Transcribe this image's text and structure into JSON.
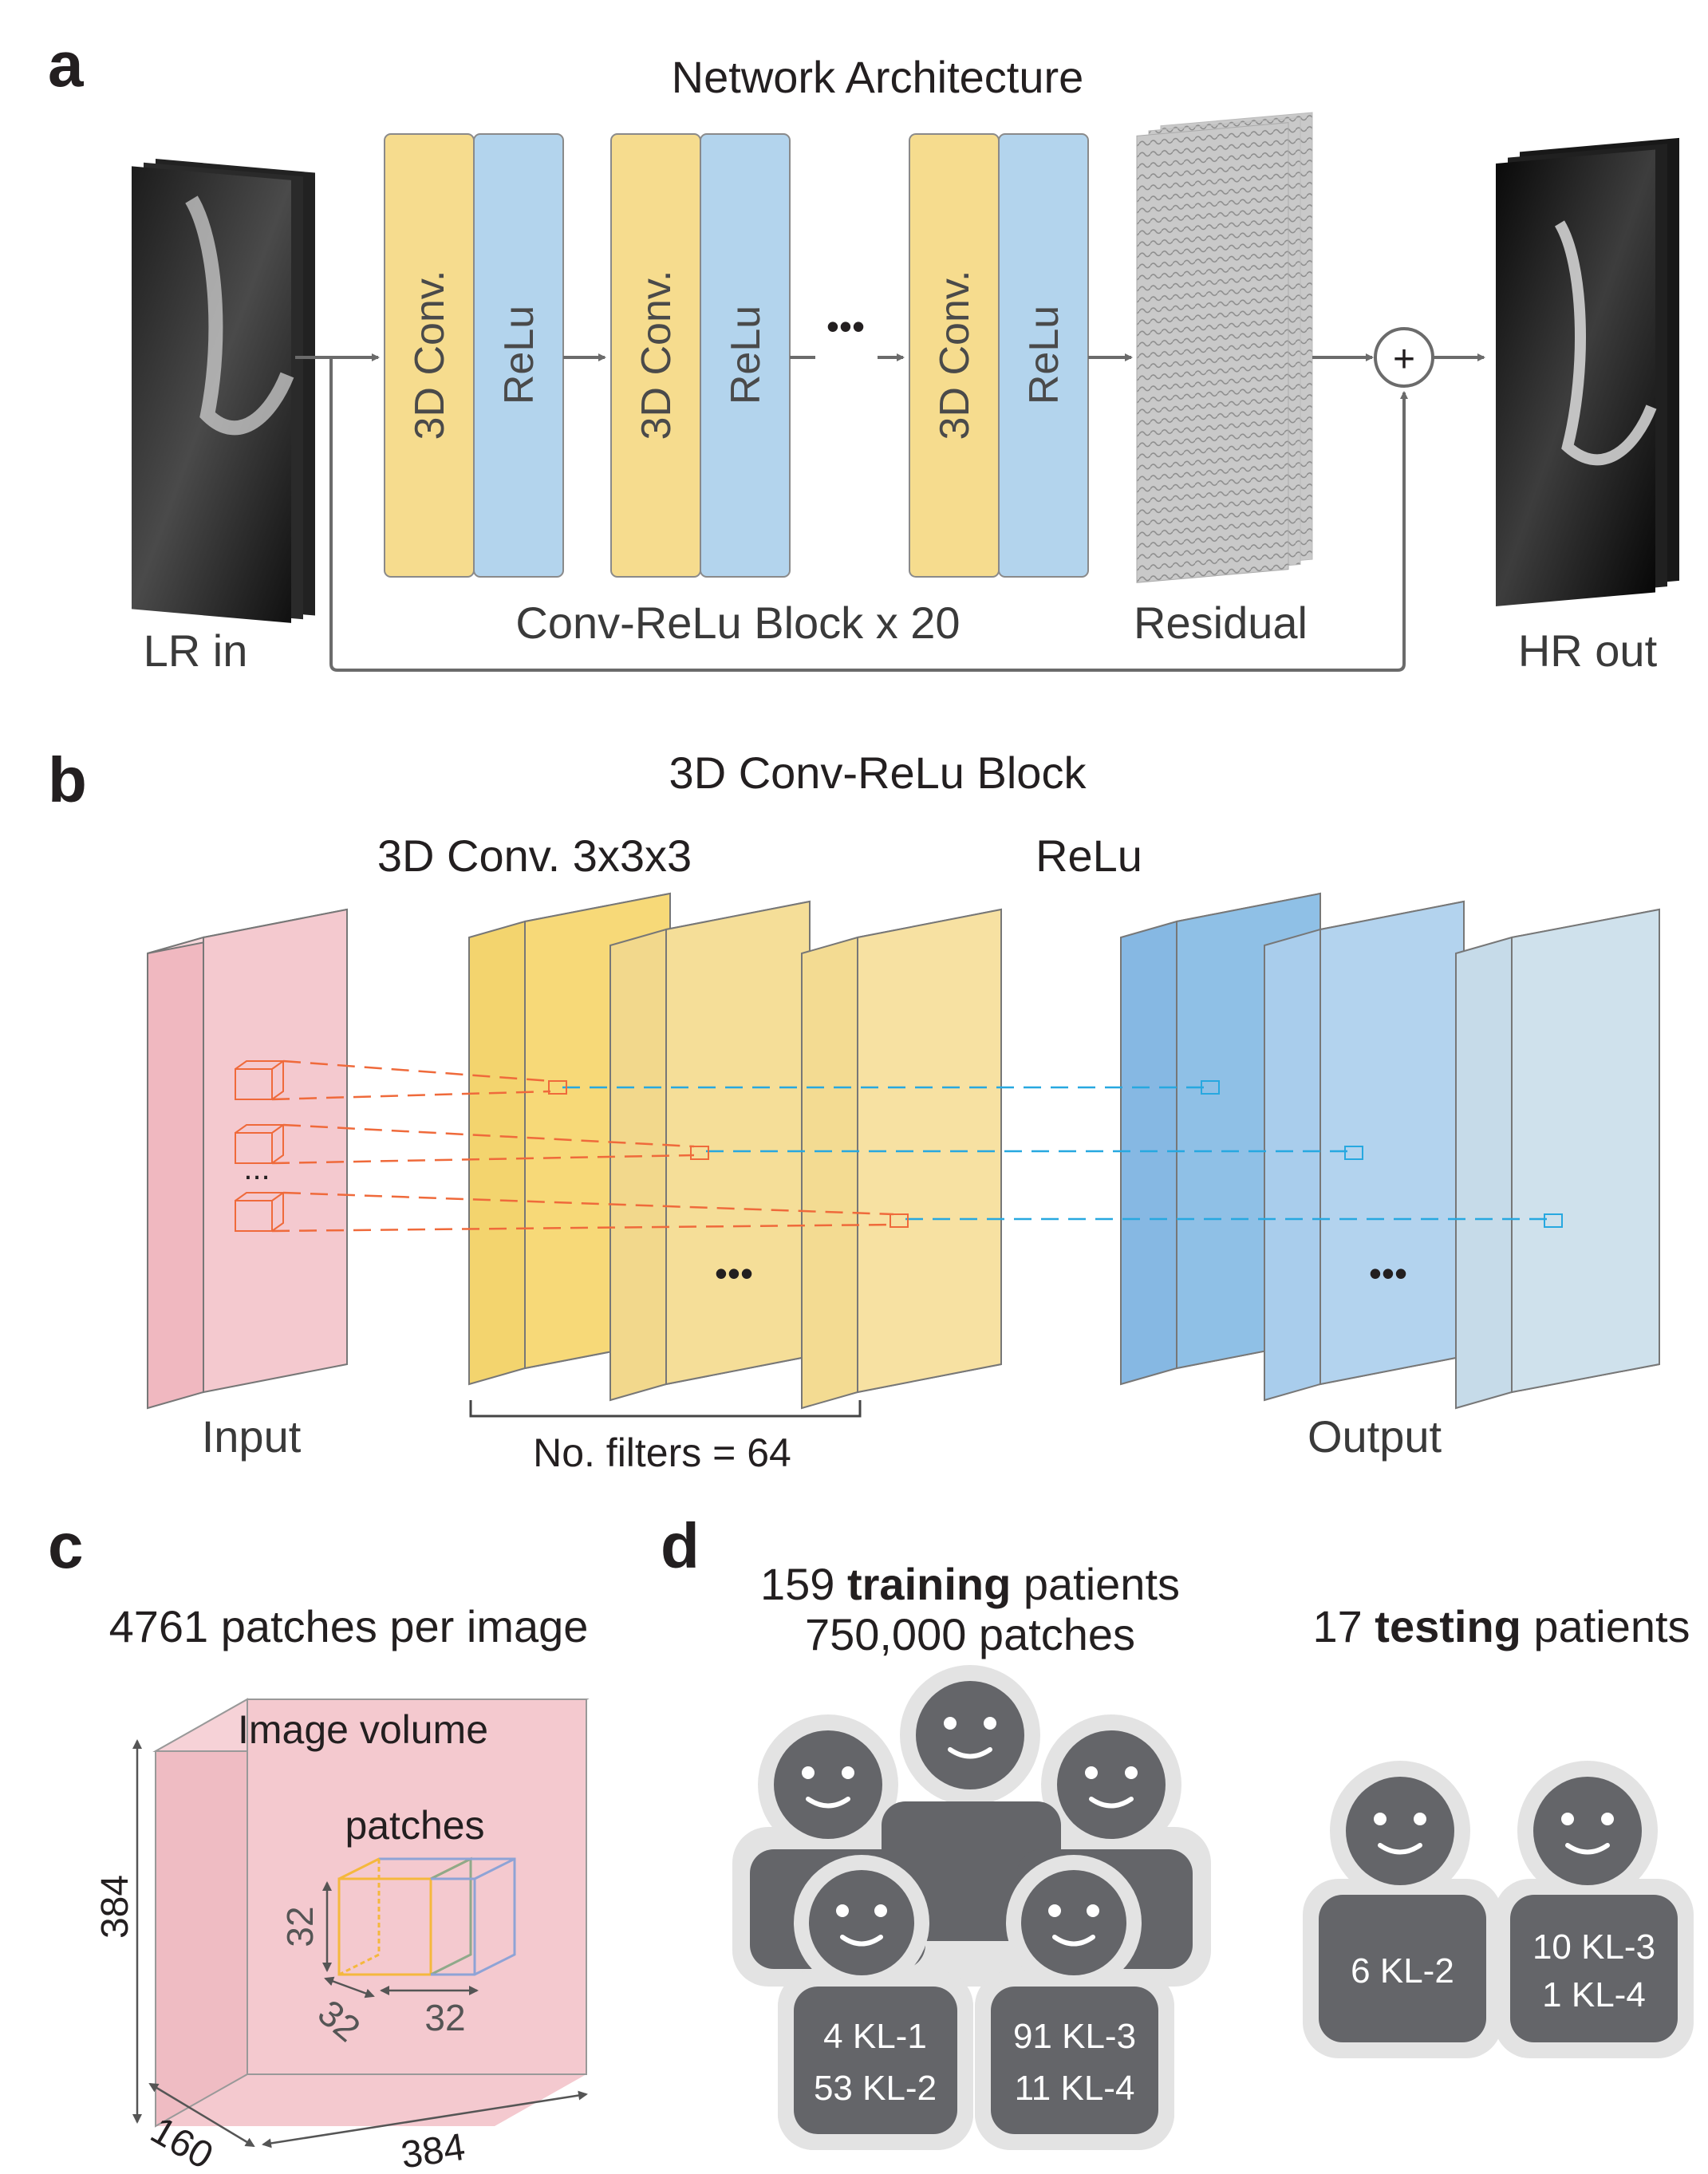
{
  "panels": {
    "a": "a",
    "b": "b",
    "c": "c",
    "d": "d"
  },
  "panel_a": {
    "title": "Network Architecture",
    "input_label": "LR in",
    "output_label": "HR out",
    "blocks": [
      {
        "conv": "3D Conv.",
        "relu": "ReLu"
      },
      {
        "conv": "3D Conv.",
        "relu": "ReLu"
      },
      {
        "conv": "3D Conv.",
        "relu": "ReLu"
      }
    ],
    "ellipsis": "•••",
    "blocks_label": "Conv-ReLu Block x 20",
    "residual_label": "Residual",
    "sum_symbol": "+",
    "colors": {
      "conv": "#f6dc8e",
      "relu": "#b3d4ed",
      "arrow": "#6b6b6b"
    }
  },
  "panel_b": {
    "title": "3D Conv-ReLu Block",
    "conv_label": "3D Conv. 3x3x3",
    "relu_label": "ReLu",
    "input_label": "Input",
    "output_label": "Output",
    "filters_label": "No. filters = 64",
    "input_dots": "...",
    "ellipsis": "•••",
    "colors": {
      "conv_text": "#ef6a3b",
      "relu_text": "#27a8e0",
      "input": "#f4c9cf",
      "conv": "#f5d57a",
      "relu": "#8fc0e6"
    }
  },
  "panel_c": {
    "title": "4761 patches per image",
    "volume_label": "Image volume",
    "patches_label": "patches",
    "dim_height": "384",
    "dim_depth": "160",
    "dim_width": "384",
    "patch_h": "32",
    "patch_d": "32",
    "patch_w": "32"
  },
  "panel_d": {
    "training_count": "159",
    "training_word": "training",
    "training_suffix": "patients",
    "training_patches": "750,000 patches",
    "testing_count": "17",
    "testing_word": "testing",
    "testing_suffix": "patients",
    "training_groups": [
      {
        "line1": "4 KL-1",
        "line2": "53 KL-2"
      },
      {
        "line1": "91 KL-3",
        "line2": "11 KL-4"
      }
    ],
    "testing_groups": [
      {
        "line1": "6 KL-2",
        "line2": ""
      },
      {
        "line1": "10 KL-3",
        "line2": "1 KL-4"
      }
    ],
    "colors": {
      "person": "#646569",
      "halo": "#e3e3e3"
    }
  }
}
